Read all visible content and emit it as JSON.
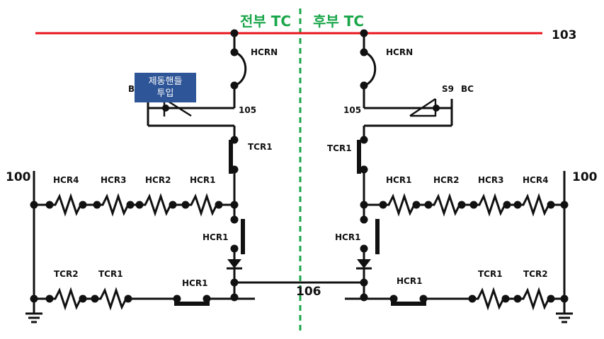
{
  "header": {
    "front": "전부 TC",
    "rear": "후부 TC"
  },
  "wires": {
    "w103": "103",
    "w100_left": "100",
    "w100_right": "100",
    "w105_left": "105",
    "w105_right": "105",
    "w106": "106"
  },
  "contacts": {
    "hcrn_left": "HCRN",
    "hcrn_right": "HCRN",
    "tcr1_left": "TCR1",
    "tcr1_right": "TCR1",
    "hcr1_vert_left": "HCR1",
    "hcr1_vert_right": "HCR1",
    "hcr1_bottom_left": "HCR1",
    "hcr1_bottom_right": "HCR1",
    "b_left": "B",
    "s9_right": "S9",
    "bc_right": "BC"
  },
  "resistors_left_top": [
    "HCR4",
    "HCR3",
    "HCR2",
    "HCR1"
  ],
  "resistors_right_top": [
    "HCR1",
    "HCR2",
    "HCR3",
    "HCR4"
  ],
  "resistors_left_bottom": [
    "TCR2",
    "TCR1"
  ],
  "resistors_right_bottom": [
    "TCR1",
    "TCR2"
  ],
  "brake_handle": {
    "line1": "제동핸들",
    "line2": "투입"
  },
  "colors": {
    "bus_103": "#e8141b",
    "center_divider": "#1aa64a",
    "header_text": "#1aa64a",
    "brake_box": "#2e5597",
    "wire": "#111111"
  }
}
